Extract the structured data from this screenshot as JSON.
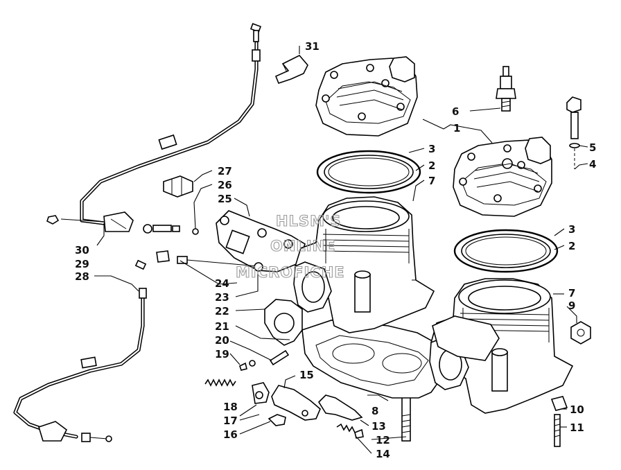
{
  "callouts": {
    "c1": "1",
    "c2a": "2",
    "c2b": "2",
    "c3a": "3",
    "c3b": "3",
    "c4": "4",
    "c5": "5",
    "c6": "6",
    "c7a": "7",
    "c7b": "7",
    "c8": "8",
    "c9": "9",
    "c10": "10",
    "c11": "11",
    "c12": "12",
    "c13": "13",
    "c14": "14",
    "c15": "15",
    "c16": "16",
    "c17": "17",
    "c18": "18",
    "c19": "19",
    "c20": "20",
    "c21": "21",
    "c22": "22",
    "c23": "23",
    "c24": "24",
    "c25": "25",
    "c26": "26",
    "c27": "27",
    "c28": "28",
    "c29": "29",
    "c30": "30",
    "c31": "31"
  },
  "watermark": {
    "line1": "HLSM'S",
    "line2": "ONLINE",
    "line3": "MICROFICHE"
  }
}
